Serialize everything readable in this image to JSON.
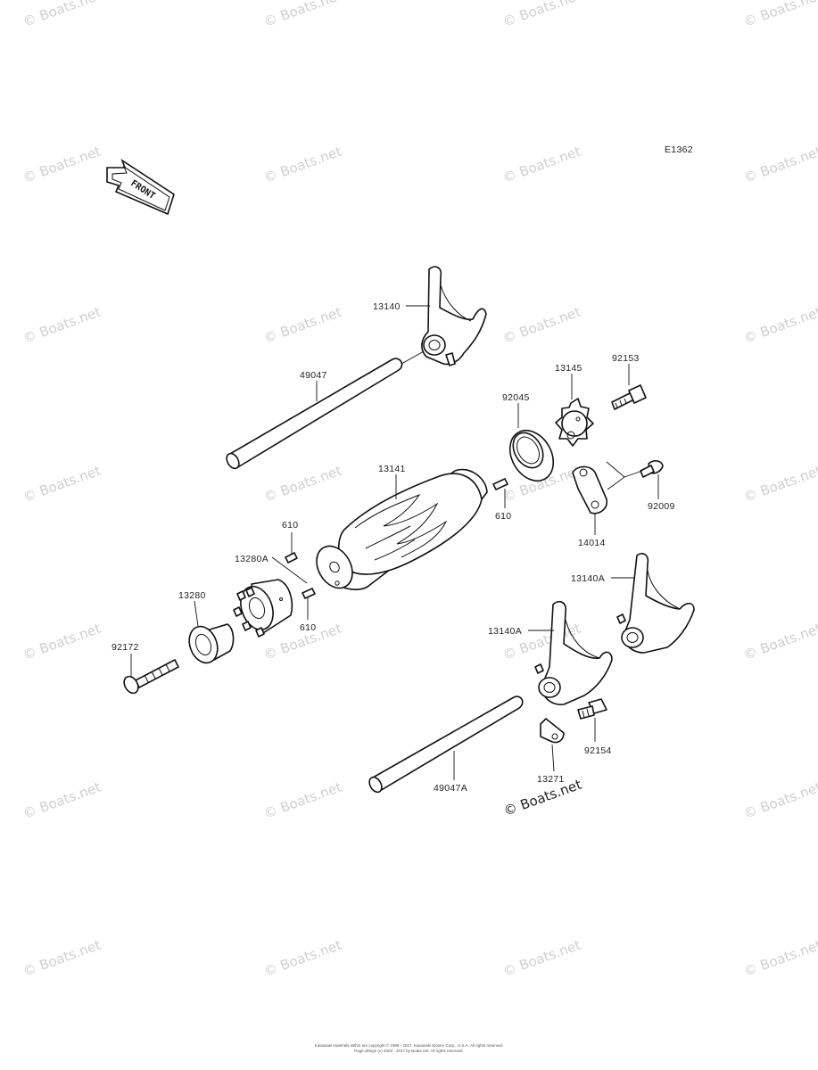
{
  "diagram_code": "E1362",
  "front_label": "FRONT",
  "watermark_text": "© Boats.net",
  "parts": [
    "13140",
    "49047",
    "13145",
    "92153",
    "92045",
    "13141",
    "610",
    "92009",
    "14014",
    "610",
    "13280A",
    "13280",
    "610",
    "13140A",
    "13140A",
    "92172",
    "92154",
    "13271",
    "49047A"
  ],
  "copyright_lines": [
    "Kawasaki materials within are copyright © 1999 - 2017, Kawasaki Motors Corp., U.S.A. All rights reserved.",
    "Page design (c) 2003 - 2017 by Boats.net. All rights reserved."
  ]
}
